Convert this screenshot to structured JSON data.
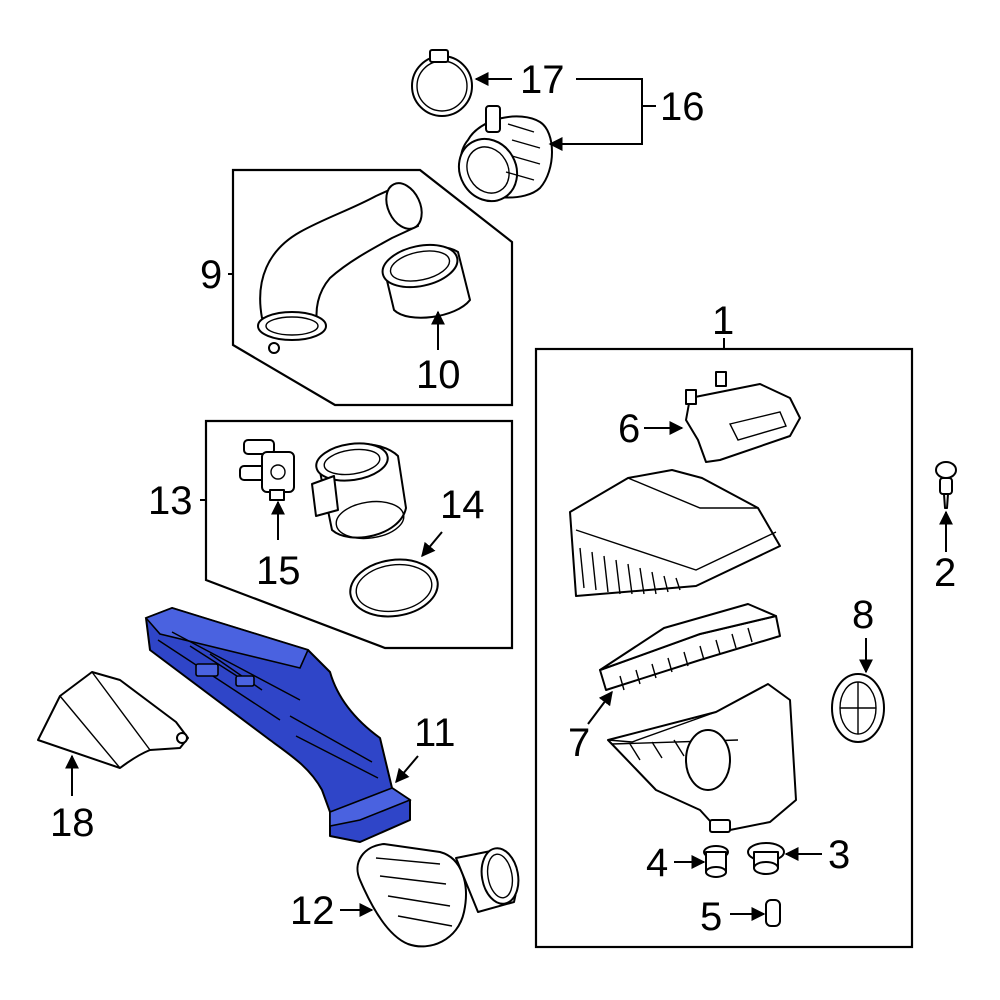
{
  "callouts": {
    "c1": "1",
    "c2": "2",
    "c3": "3",
    "c4": "4",
    "c5": "5",
    "c6": "6",
    "c7": "7",
    "c8": "8",
    "c9": "9",
    "c10": "10",
    "c11": "11",
    "c12": "12",
    "c13": "13",
    "c14": "14",
    "c15": "15",
    "c16": "16",
    "c17": "17",
    "c18": "18"
  },
  "highlight_color": "#2f45c8",
  "highlighted_part": "11"
}
